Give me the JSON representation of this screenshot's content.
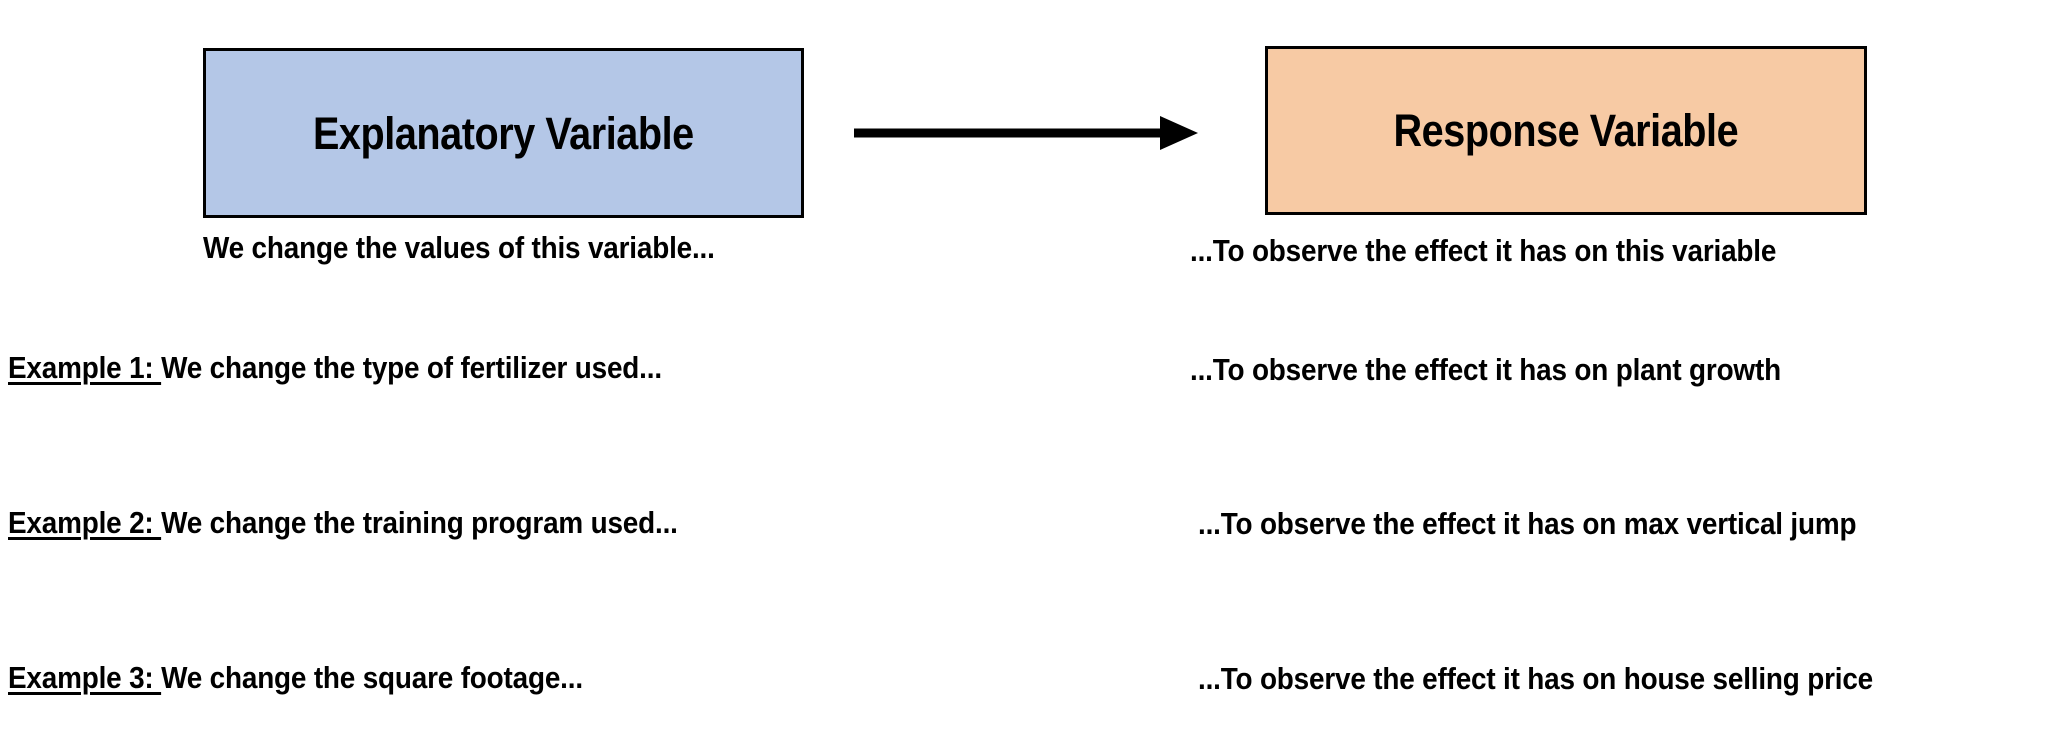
{
  "diagram": {
    "title_implied": "Explanatory Variable and Response Variable",
    "colors": {
      "explanatory_box_fill": "#B4C7E7",
      "response_box_fill": "#F7CAA4",
      "border": "#000000",
      "arrow": "#000000",
      "text": "#000000",
      "background": "#FFFFFF"
    },
    "boxes": {
      "explanatory": {
        "label": "Explanatory Variable"
      },
      "response": {
        "label": "Response Variable"
      }
    },
    "arrow": {
      "name": "causal-flow-arrow",
      "direction": "left-to-right"
    },
    "captions": {
      "left_top": "We change the values of this variable...",
      "right_top": "...To observe the effect it has on this variable"
    },
    "examples": [
      {
        "label": "Example 1: ",
        "left": "We change the type of fertilizer used...",
        "right": "...To observe the effect it has on plant growth"
      },
      {
        "label": "Example 2: ",
        "left": "We change the training program used...",
        "right": "...To observe the effect it has on max vertical jump"
      },
      {
        "label": "Example 3: ",
        "left": "We change the square footage...",
        "right": "...To observe the effect it has on house selling price"
      }
    ]
  }
}
